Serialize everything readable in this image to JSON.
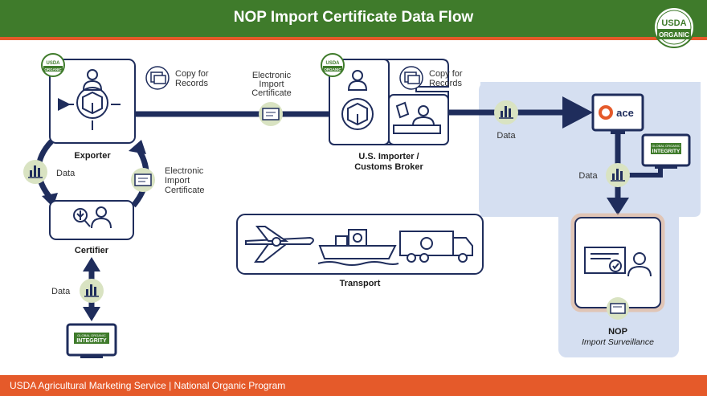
{
  "header": {
    "title": "NOP Import Certificate Data Flow"
  },
  "logo": {
    "line1": "USDA",
    "line2": "ORGANIC"
  },
  "nodes": {
    "exporter": "Exporter",
    "importer_line1": "U.S. Importer /",
    "importer_line2": "Customs Broker",
    "certifier": "Certifier",
    "transport": "Transport",
    "nop": "NOP",
    "nop_sub": "Import Surveillance"
  },
  "systems": {
    "ace": "ace",
    "integrity_small": "GLOBAL ORGANIC",
    "integrity": "INTEGRITY"
  },
  "labels": {
    "copy_line1": "Copy for",
    "copy_line2": "Records",
    "eic_line1": "Electronic",
    "eic_line2": "Import",
    "eic_line3": "Certificate",
    "data": "Data"
  },
  "colors": {
    "navy": "#1f2d5c",
    "green": "#3f7b2b",
    "orange": "#e55a2a",
    "panel": "#d5dff1",
    "badge": "#d9e3c2"
  },
  "footer": {
    "text": "USDA Agricultural Marketing Service | National Organic Program"
  }
}
